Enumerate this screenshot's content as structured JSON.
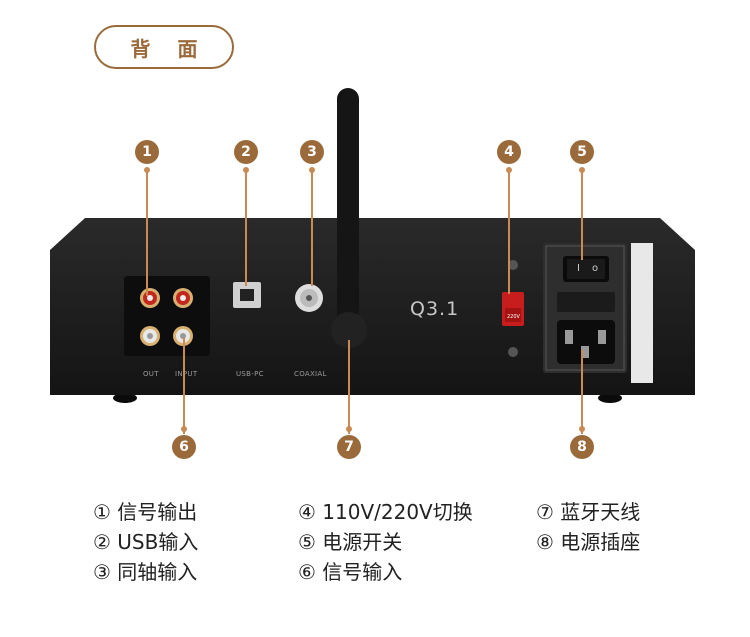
{
  "header": {
    "label": "背 面"
  },
  "device": {
    "model": "Q3.1",
    "ports": {
      "out": "OUT",
      "input": "INPUT",
      "usb": "USB-PC",
      "coaxial": "COAXIAL"
    },
    "voltage": "220V"
  },
  "callouts": [
    "1",
    "2",
    "3",
    "4",
    "5",
    "6",
    "7",
    "8"
  ],
  "legend": {
    "col1": [
      "① 信号输出",
      "② USB输入",
      "③ 同轴输入"
    ],
    "col2": [
      "④ 110V/220V切换",
      "⑤ 电源开关",
      "⑥ 信号输入"
    ],
    "col3": [
      "⑦ 蓝牙天线",
      "⑧ 电源插座"
    ]
  },
  "colors": {
    "accent": "#9a6a3a",
    "leader": "#c98a53",
    "body": "#1c1c1c"
  }
}
